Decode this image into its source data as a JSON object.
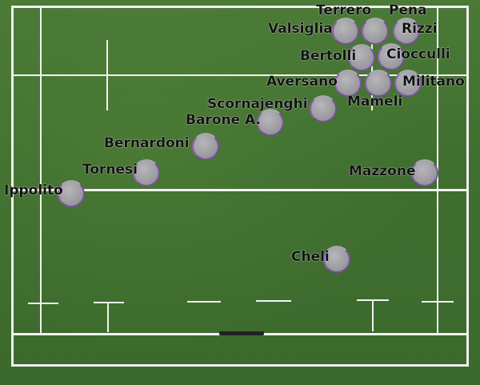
{
  "players": [
    {
      "name": "Terrero",
      "id": "terrero"
    },
    {
      "name": "Pena",
      "id": "pena"
    },
    {
      "name": "Valsiglia",
      "id": "valsiglia"
    },
    {
      "name": "Rizzi",
      "id": "rizzi"
    },
    {
      "name": "Bertolli",
      "id": "bertolli"
    },
    {
      "name": "Ciocculli",
      "id": "ciocculli"
    },
    {
      "name": "Aversano",
      "id": "aversano"
    },
    {
      "name": "Militano",
      "id": "militano"
    },
    {
      "name": "Mameli",
      "id": "mameli"
    },
    {
      "name": "Scornajenghi",
      "id": "scornajenghi"
    },
    {
      "name": "Barone A.",
      "id": "barone"
    },
    {
      "name": "Bernardoni",
      "id": "bernardoni"
    },
    {
      "name": "Tornesi",
      "id": "tornesi"
    },
    {
      "name": "Mazzone",
      "id": "mazzone"
    },
    {
      "name": "Ippolito",
      "id": "ippolito"
    },
    {
      "name": "Cheli",
      "id": "cheli"
    }
  ],
  "colors": {
    "pitch": "#3f6e2f",
    "line": "#f2f2f2",
    "disc": "#9c9ca1",
    "ring": "#7a4fa0",
    "text": "#111111"
  }
}
